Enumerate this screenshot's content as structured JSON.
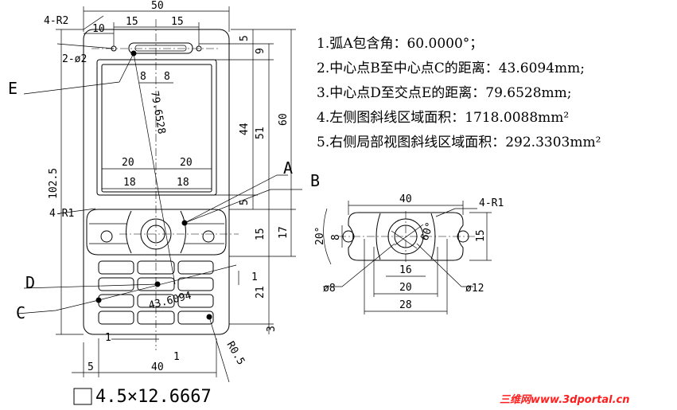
{
  "notes": [
    "1.弧A包含角：60.0000°；",
    "2.中心点B至中心点C的距离：43.6094mm;",
    "3.中心点D至交点E的距离：79.6528mm;",
    "4.左侧图斜线区域面积：1718.0088mm²",
    "5.右侧局部视图斜线区域面积：292.3303mm²"
  ],
  "labels": {
    "A": "A",
    "B": "B",
    "C": "C",
    "D": "D",
    "E": "E"
  },
  "dims_left": {
    "d50": "50",
    "d15a": "15",
    "d15b": "15",
    "d10": "10",
    "d4r2": "4-R2",
    "d2phi2": "2-ø2",
    "d8a": "8",
    "d8b": "8",
    "d20a": "20",
    "d20b": "20",
    "d18a": "18",
    "d18b": "18",
    "d4r1": "4-R1",
    "d5top": "5",
    "d9": "9",
    "d44": "44",
    "d51": "51",
    "d60": "60",
    "d5mid": "5",
    "d15r": "15",
    "d17": "17",
    "d1": "1",
    "d21": "21",
    "d3": "3",
    "d1025": "102.5",
    "d7965": "79.6528",
    "d4361": "43.6094",
    "d1bl": "1",
    "d1bm": "1",
    "d5b": "5",
    "d40b": "40",
    "r05": "R0.5",
    "box": "4.5×12.6667"
  },
  "dims_right": {
    "d40": "40",
    "d4r1": "4-R1",
    "d20deg": "20°",
    "d8": "8",
    "d60deg": "60°",
    "d15": "15",
    "d16": "16",
    "d20": "20",
    "d28": "28",
    "phi8": "ø8",
    "phi12": "ø12"
  },
  "watermark": "三维网www.3dportal.cn"
}
